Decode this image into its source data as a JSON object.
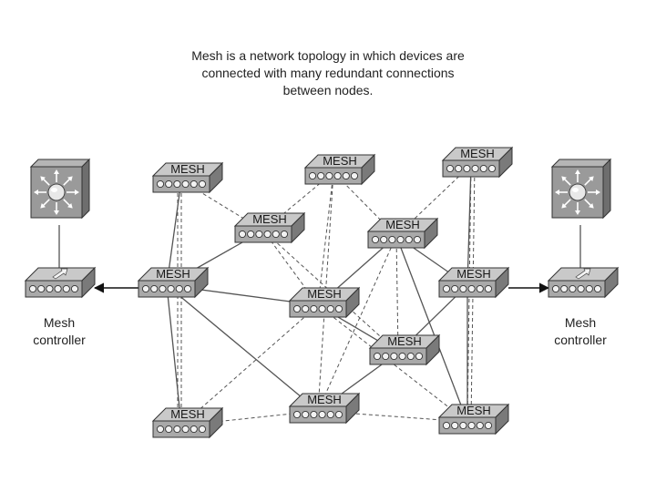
{
  "caption": {
    "line1": "Mesh is a network topology in which devices are",
    "line2": "connected with many redundant connections",
    "line3": "between nodes."
  },
  "node_label": "MESH",
  "controllers": {
    "left": {
      "line1": "Mesh",
      "line2": "controller"
    },
    "right": {
      "line1": "Mesh",
      "line2": "controller"
    }
  },
  "colors": {
    "box_top": "#c9c9c9",
    "box_front": "#a9a9a9",
    "box_side": "#7a7a7a",
    "outline": "#333333",
    "link": "#555555"
  }
}
